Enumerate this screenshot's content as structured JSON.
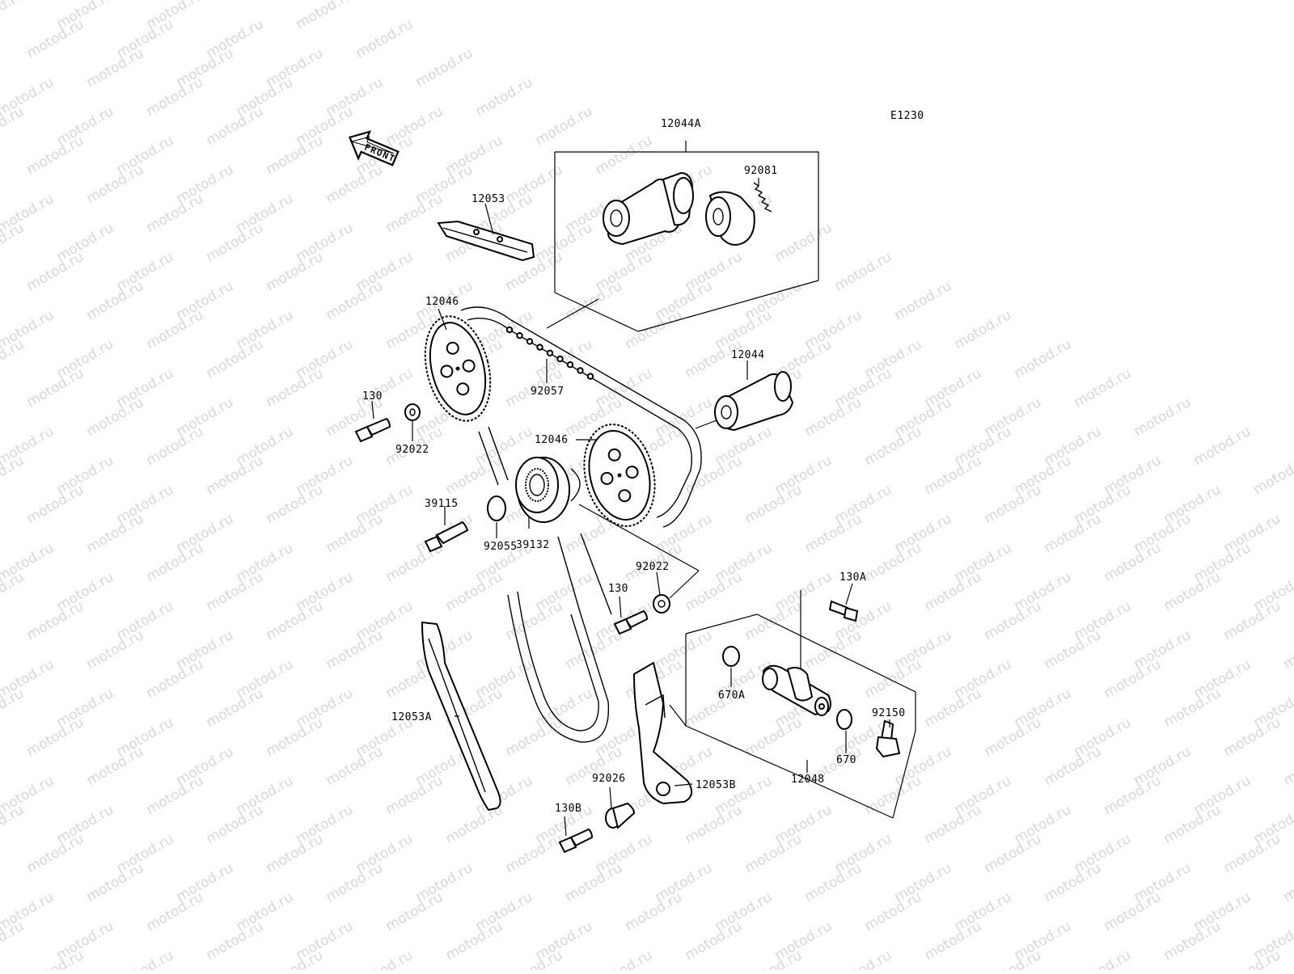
{
  "diagram": {
    "code": "E1230",
    "front_label": "FRONT",
    "watermark": "motod.ru",
    "callouts": {
      "p12044A": "12044A",
      "p92081": "92081",
      "p12053": "12053",
      "p12046_top": "12046",
      "p12044": "12044",
      "p92057": "92057",
      "p130_top": "130",
      "p92022_top": "92022",
      "p12046_mid": "12046",
      "p39115": "39115",
      "p92055": "92055",
      "p39132": "39132",
      "p92022_mid": "92022",
      "p130_mid": "130",
      "p130A": "130A",
      "p670A": "670A",
      "p12053A": "12053A",
      "p92150": "92150",
      "p670": "670",
      "p12048": "12048",
      "p92026": "92026",
      "p12053B": "12053B",
      "p130B": "130B"
    }
  },
  "colors": {
    "ink": "#000000",
    "watermark": "#d7d7d7",
    "background": "#ffffff"
  }
}
